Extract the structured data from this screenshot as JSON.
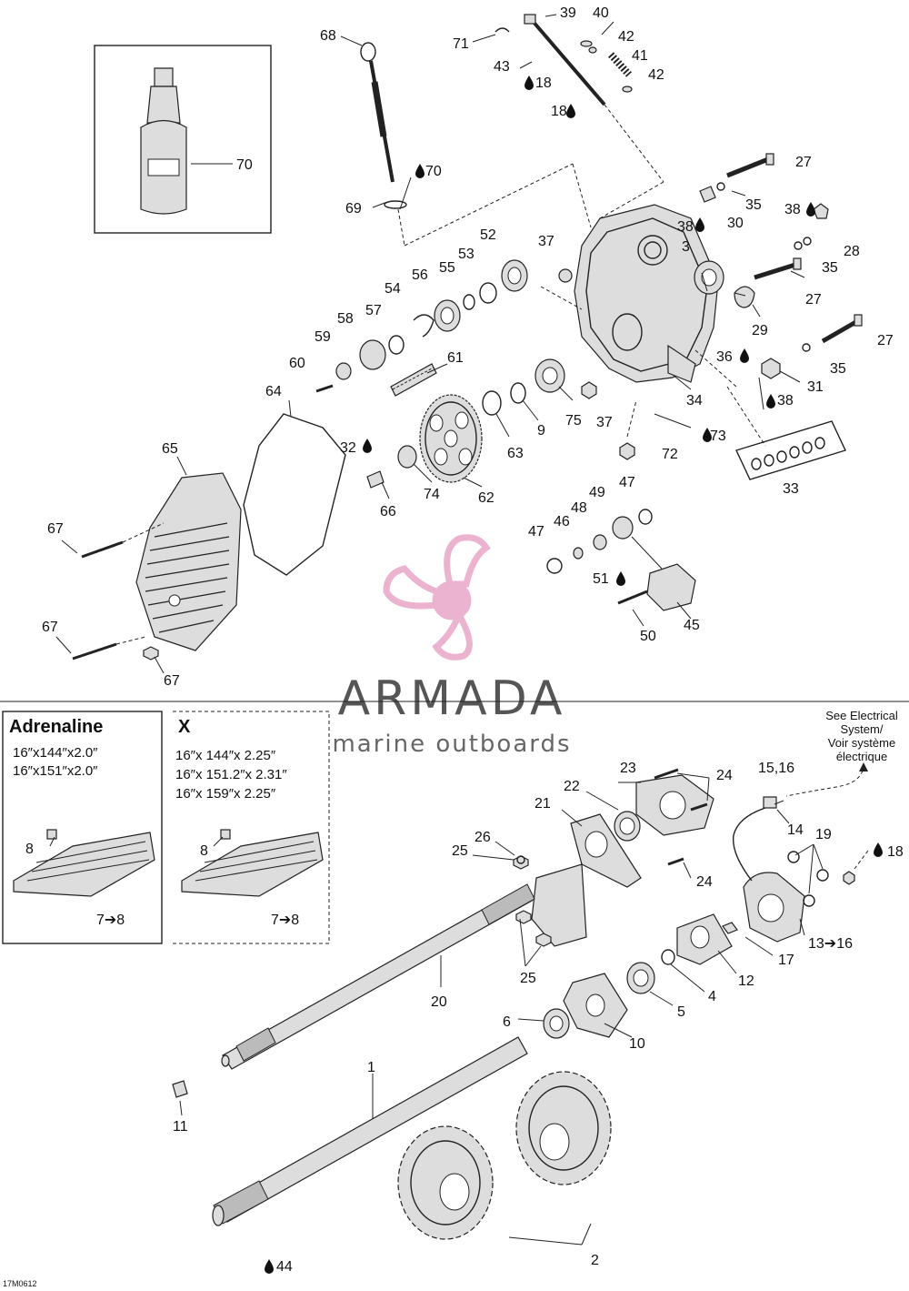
{
  "watermark": {
    "brand": "ARMADA",
    "tagline": "marine outboards",
    "logo_color": "#e8a6c8"
  },
  "labels": [
    {
      "id": "l39",
      "text": "39"
    },
    {
      "id": "l40",
      "text": "40"
    },
    {
      "id": "l71",
      "text": "71"
    },
    {
      "id": "l42a",
      "text": "42"
    },
    {
      "id": "l41",
      "text": "41"
    },
    {
      "id": "l42b",
      "text": "42"
    },
    {
      "id": "l43",
      "text": "43"
    },
    {
      "id": "l18a",
      "text": "18"
    },
    {
      "id": "l18b",
      "text": "18"
    },
    {
      "id": "l68",
      "text": "68"
    },
    {
      "id": "l70a",
      "text": "70"
    },
    {
      "id": "l70b",
      "text": "70"
    },
    {
      "id": "l69",
      "text": "69"
    },
    {
      "id": "l27a",
      "text": "27"
    },
    {
      "id": "l35a",
      "text": "35"
    },
    {
      "id": "l38a",
      "text": "38"
    },
    {
      "id": "l30",
      "text": "30"
    },
    {
      "id": "l38b",
      "text": "38"
    },
    {
      "id": "l28",
      "text": "28"
    },
    {
      "id": "l35b",
      "text": "35"
    },
    {
      "id": "l3",
      "text": "3"
    },
    {
      "id": "l27b",
      "text": "27"
    },
    {
      "id": "l29",
      "text": "29"
    },
    {
      "id": "l27c",
      "text": "27"
    },
    {
      "id": "l36",
      "text": "36"
    },
    {
      "id": "l35c",
      "text": "35"
    },
    {
      "id": "l31",
      "text": "31"
    },
    {
      "id": "l38c",
      "text": "38"
    },
    {
      "id": "l34",
      "text": "34"
    },
    {
      "id": "l73",
      "text": "73"
    },
    {
      "id": "l72",
      "text": "72"
    },
    {
      "id": "l33",
      "text": "33"
    },
    {
      "id": "l37a",
      "text": "37"
    },
    {
      "id": "l52",
      "text": "52"
    },
    {
      "id": "l53",
      "text": "53"
    },
    {
      "id": "l55",
      "text": "55"
    },
    {
      "id": "l54",
      "text": "54"
    },
    {
      "id": "l56",
      "text": "56"
    },
    {
      "id": "l57",
      "text": "57"
    },
    {
      "id": "l58",
      "text": "58"
    },
    {
      "id": "l59",
      "text": "59"
    },
    {
      "id": "l60",
      "text": "60"
    },
    {
      "id": "l61",
      "text": "61"
    },
    {
      "id": "l64",
      "text": "64"
    },
    {
      "id": "l65",
      "text": "65"
    },
    {
      "id": "l75",
      "text": "75"
    },
    {
      "id": "l37b",
      "text": "37"
    },
    {
      "id": "l9",
      "text": "9"
    },
    {
      "id": "l63",
      "text": "63"
    },
    {
      "id": "l32",
      "text": "32"
    },
    {
      "id": "l66",
      "text": "66"
    },
    {
      "id": "l74",
      "text": "74"
    },
    {
      "id": "l62",
      "text": "62"
    },
    {
      "id": "l67a",
      "text": "67"
    },
    {
      "id": "l67b",
      "text": "67"
    },
    {
      "id": "l67c",
      "text": "67"
    },
    {
      "id": "l47a",
      "text": "47"
    },
    {
      "id": "l49",
      "text": "49"
    },
    {
      "id": "l48",
      "text": "48"
    },
    {
      "id": "l46",
      "text": "46"
    },
    {
      "id": "l47b",
      "text": "47"
    },
    {
      "id": "l51",
      "text": "51"
    },
    {
      "id": "l50",
      "text": "50"
    },
    {
      "id": "l45",
      "text": "45"
    },
    {
      "id": "l23",
      "text": "23"
    },
    {
      "id": "l24a",
      "text": "24"
    },
    {
      "id": "l22",
      "text": "22"
    },
    {
      "id": "l21",
      "text": "21"
    },
    {
      "id": "l26",
      "text": "26"
    },
    {
      "id": "l25a",
      "text": "25"
    },
    {
      "id": "l24b",
      "text": "24"
    },
    {
      "id": "l15",
      "text": "15,16"
    },
    {
      "id": "l14",
      "text": "14"
    },
    {
      "id": "l19",
      "text": "19"
    },
    {
      "id": "l18c",
      "text": "18"
    },
    {
      "id": "l13",
      "text": "13➔16"
    },
    {
      "id": "l17",
      "text": "17"
    },
    {
      "id": "l12",
      "text": "12"
    },
    {
      "id": "l4",
      "text": "4"
    },
    {
      "id": "l5",
      "text": "5"
    },
    {
      "id": "l10",
      "text": "10"
    },
    {
      "id": "l25b",
      "text": "25"
    },
    {
      "id": "l20",
      "text": "20"
    },
    {
      "id": "l6",
      "text": "6"
    },
    {
      "id": "l1",
      "text": "1"
    },
    {
      "id": "l11",
      "text": "11"
    },
    {
      "id": "l2",
      "text": "2"
    },
    {
      "id": "l44",
      "text": "44"
    },
    {
      "id": "l8a",
      "text": "8"
    },
    {
      "id": "l78a",
      "text": "7➔8"
    },
    {
      "id": "l8b",
      "text": "8"
    },
    {
      "id": "l78b",
      "text": "7➔8"
    }
  ],
  "adrenaline_box": {
    "title": "Adrenaline",
    "specs": [
      "16″x144″x2.0″",
      "16″x151″x2.0″"
    ]
  },
  "x_box": {
    "title": "X",
    "specs": [
      "16″x 144″x 2.25″",
      "16″x 151.2″x 2.31″",
      "16″x 159″x 2.25″"
    ]
  },
  "electrical_note": [
    "See Electrical",
    "System/",
    "Voir système",
    "électrique"
  ],
  "drawing_ref": "17M0612"
}
